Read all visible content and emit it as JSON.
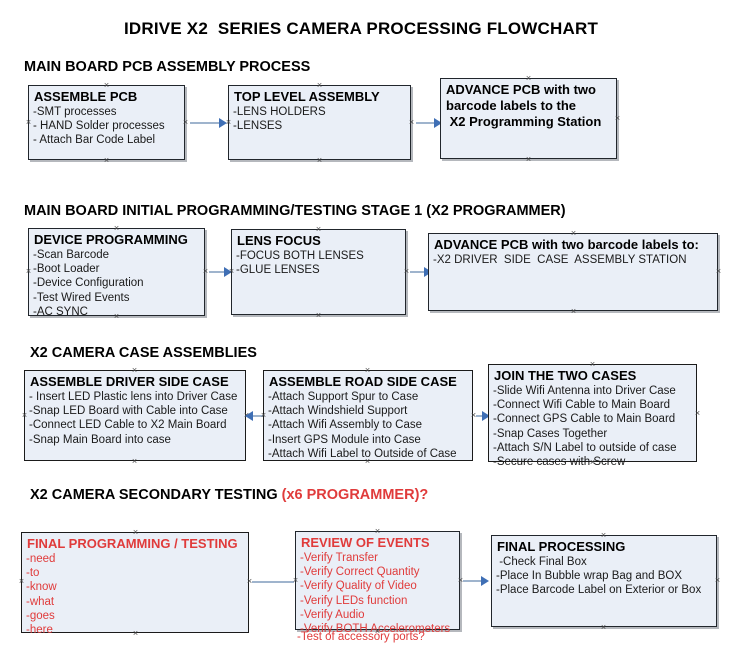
{
  "document": {
    "title": "IDRIVE X2  SERIES CAMERA PROCESSING FLOWCHART"
  },
  "sections": [
    {
      "id": "main-board-pcb-assembly",
      "heading": "MAIN BOARD PCB ASSEMBLY PROCESS",
      "heading_red": "",
      "boxes": [
        {
          "id": "assemble-pcb",
          "title": "ASSEMBLE PCB",
          "items": [
            "-SMT processes",
            "- HAND Solder processes",
            "- Attach Bar Code Label"
          ]
        },
        {
          "id": "top-level-assembly",
          "title": "TOP LEVEL ASSEMBLY",
          "items": [
            "-LENS HOLDERS",
            "-LENSES"
          ]
        },
        {
          "id": "advance-pcb-programming-station",
          "title": "ADVANCE PCB with two",
          "title2": "barcode labels to the",
          "title3": " X2 Programming Station",
          "items": []
        }
      ]
    },
    {
      "id": "main-board-initial-programming",
      "heading": "MAIN BOARD INITIAL PROGRAMMING/TESTING STAGE 1 (X2 PROGRAMMER)",
      "boxes": [
        {
          "id": "device-programming",
          "title": "DEVICE PROGRAMMING",
          "items": [
            "-Scan Barcode",
            "-Boot Loader",
            "-Device Configuration",
            "-Test Wired Events",
            "-AC SYNC"
          ]
        },
        {
          "id": "lens-focus",
          "title": "LENS FOCUS",
          "items": [
            "-FOCUS BOTH LENSES",
            "-GLUE LENSES"
          ]
        },
        {
          "id": "advance-pcb-driver-side",
          "title": "ADVANCE PCB with two barcode labels to:",
          "items": [
            "-X2 DRIVER  SIDE  CASE  ASSEMBLY STATION"
          ]
        }
      ]
    },
    {
      "id": "x2-camera-case-assemblies",
      "heading": "X2 CAMERA CASE ASSEMBLIES",
      "boxes": [
        {
          "id": "assemble-driver-side-case",
          "title": "ASSEMBLE DRIVER SIDE CASE",
          "items": [
            "- Insert LED Plastic lens into Driver Case",
            "-Snap LED Board with Cable into Case",
            "-Connect LED Cable to X2 Main Board",
            "-Snap Main Board into case"
          ]
        },
        {
          "id": "assemble-road-side-case",
          "title": "ASSEMBLE ROAD SIDE CASE",
          "items": [
            "-Attach Support Spur to Case",
            "-Attach Windshield Support",
            "-Attach Wifi Assembly to Case",
            "-Insert GPS Module into Case",
            "-Attach Wifi Label to Outside of Case"
          ]
        },
        {
          "id": "join-the-two-cases",
          "title": "JOIN THE TWO CASES",
          "items": [
            "-Slide Wifi Antenna into Driver Case",
            "-Connect Wifi Cable to Main Board",
            "-Connect GPS Cable to Main Board",
            "-Snap Cases Together",
            "-Attach S/N Label to outside of case",
            "-Secure cases with Screw"
          ]
        }
      ]
    },
    {
      "id": "x2-camera-secondary-testing",
      "heading": "X2 CAMERA SECONDARY TESTING ",
      "heading_red": "(x6 PROGRAMMER)?",
      "boxes": [
        {
          "id": "final-programming-testing",
          "title": "FINAL PROGRAMMING / TESTING",
          "items": [
            "-need",
            "-to",
            "-know",
            "-what",
            "-goes",
            "-here"
          ]
        },
        {
          "id": "review-of-events",
          "title": "REVIEW OF EVENTS",
          "items": [
            "-Verify Transfer",
            "-Verify Correct Quantity",
            "-Verify Quality of Video",
            "-Verify LEDs function",
            "-Verify Audio",
            "-Verify BOTH Accelerometers"
          ],
          "overflow": "-Test of accessory ports?"
        },
        {
          "id": "final-processing",
          "title": "FINAL PROCESSING",
          "items": [
            " -Check Final Box",
            "-Place In Bubble wrap Bag and BOX",
            "-Place Barcode Label on Exterior or Box"
          ]
        }
      ]
    }
  ],
  "colors": {
    "box_fill": "#eaeff7",
    "box_border": "#21262c",
    "connector": "#9fb4cd",
    "arrow": "#3f6fb5",
    "red_text": "#e03b3b",
    "text": "#000000"
  }
}
